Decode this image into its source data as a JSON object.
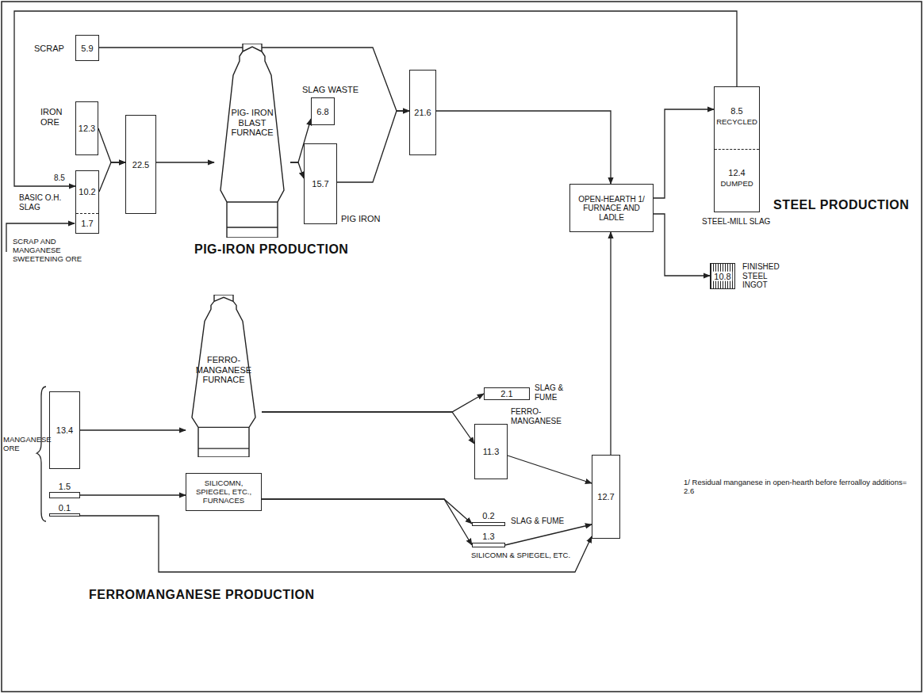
{
  "diagram": {
    "nodes": [
      {
        "text": [
          "SCRAP",
          "5.9"
        ]
      },
      {
        "text": [
          "IRON ORE",
          "12.3"
        ]
      },
      {
        "text": [
          "BASIC O.H. SLAG",
          "10.2",
          "1.7"
        ]
      },
      {
        "text": [
          "22.5"
        ]
      },
      {
        "text": [
          "PIG- IRON BLAST FURNACE"
        ]
      },
      {
        "text": [
          "SLAG WASTE",
          "6.8"
        ]
      },
      {
        "text": [
          "15.7",
          "PIG IRON"
        ]
      },
      {
        "text": [
          "21.6"
        ]
      },
      {
        "text": [
          "OPEN-HEARTH 1/ FURNACE AND LADLE"
        ]
      },
      {
        "text": [
          "8.5",
          "RECYCLED",
          "12.4",
          "DUMPED",
          "STEEL-MILL SLAG"
        ]
      },
      {
        "text": [
          "10.8",
          "FINISHED STEEL INGOT"
        ]
      },
      {
        "text": [
          "13.4"
        ]
      },
      {
        "text": [
          "1.5"
        ]
      },
      {
        "text": [
          "0.1"
        ]
      },
      {
        "text": [
          "FERRO- MANGANESE FURNACE"
        ]
      },
      {
        "text": [
          "SILICOMN, SPIEGEL, ETC., FURNACES"
        ]
      },
      {
        "text": [
          "2.1",
          "SLAG & FUME"
        ]
      },
      {
        "text": [
          "FERRO- MANGANESE",
          "11.3"
        ]
      },
      {
        "text": [
          "0.2",
          "SLAG & FUME"
        ]
      },
      {
        "text": [
          "1.3",
          "SILICOMN & SPIEGEL, ETC."
        ]
      },
      {
        "text": [
          "12.7"
        ]
      }
    ],
    "edges": [
      {
        "from": 0,
        "to": 7,
        "arrow": "to"
      },
      {
        "from": 1,
        "to": 3,
        "arrow": "to"
      },
      {
        "from": 2,
        "to": 3,
        "arrow": "to"
      },
      {
        "from": 3,
        "to": 4,
        "arrow": "to"
      },
      {
        "from": 4,
        "to": 5,
        "arrow": "to"
      },
      {
        "from": 4,
        "to": 6,
        "arrow": "to"
      },
      {
        "from": 6,
        "to": 7,
        "arrow": "to"
      },
      {
        "from": 7,
        "to": 8,
        "arrow": "to"
      },
      {
        "from": 8,
        "to": 9,
        "arrow": "to"
      },
      {
        "from": 8,
        "to": 10,
        "arrow": "to"
      },
      {
        "from": 9,
        "to": 2,
        "arrow": "to"
      },
      {
        "from": 11,
        "to": 14,
        "arrow": "to"
      },
      {
        "from": 14,
        "to": 16,
        "arrow": "to"
      },
      {
        "from": 14,
        "to": 17,
        "arrow": "to"
      },
      {
        "from": 12,
        "to": 15,
        "arrow": "to"
      },
      {
        "from": 15,
        "to": 18,
        "arrow": "to"
      },
      {
        "from": 15,
        "to": 19,
        "arrow": "to"
      },
      {
        "from": 17,
        "to": 20,
        "arrow": "to"
      },
      {
        "from": 19,
        "to": 20,
        "arrow": "to"
      },
      {
        "from": 13,
        "to": 20,
        "arrow": "to"
      },
      {
        "from": 20,
        "to": 8,
        "arrow": "to"
      }
    ],
    "labels": [
      "8.5",
      "SCRAP AND MANGANESE SWEETENING ORE",
      "PIG-IRON PRODUCTION",
      "STEEL PRODUCTION",
      "FERROMANGANESE PRODUCTION",
      "MANGANESE ORE",
      "1/ Residual manganese in open-hearth before ferroalloy additions= 2.6"
    ]
  }
}
